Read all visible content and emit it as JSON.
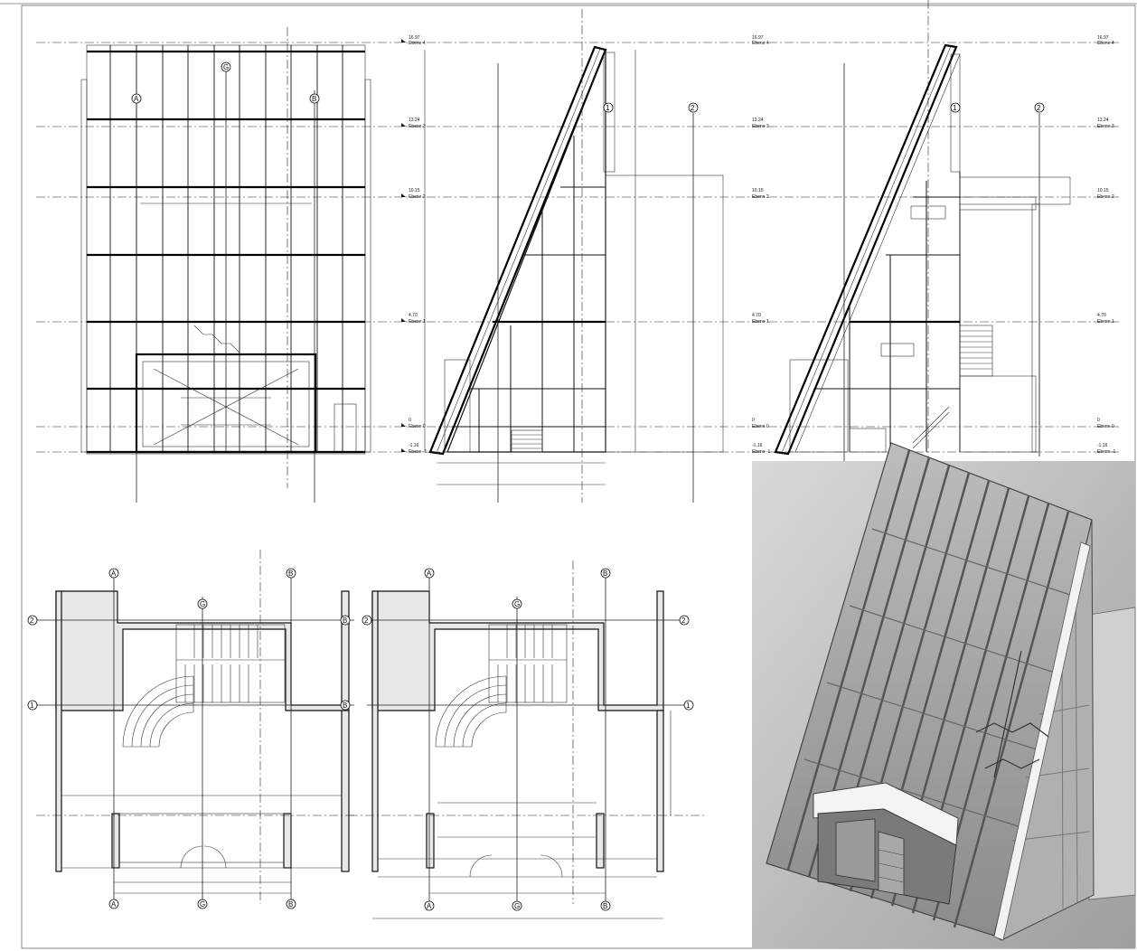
{
  "sheet": {
    "title": "",
    "grid_labels": [
      "A",
      "G",
      "B",
      "1",
      "2"
    ]
  },
  "levels": [
    {
      "value": "16.97",
      "name": "Ebene 4"
    },
    {
      "value": "13.24",
      "name": "Ebene 3"
    },
    {
      "value": "10.15",
      "name": "Ebene 2"
    },
    {
      "value": "4.70",
      "name": "Ebene 1"
    },
    {
      "value": "0",
      "name": "Ebene 0"
    },
    {
      "value": "-1.16",
      "name": "Ebene -1"
    }
  ],
  "annotations": {
    "front_elevation_axes": [
      "A",
      "G",
      "B"
    ],
    "side_elevation_axes": [
      "1",
      "2"
    ],
    "plan_axes_left": [
      "A",
      "G",
      "B",
      "1",
      "2"
    ],
    "plan_axes_right": [
      "A",
      "G",
      "B",
      "1",
      "2"
    ]
  },
  "view_3d": {
    "background": "#c9c9c9"
  }
}
